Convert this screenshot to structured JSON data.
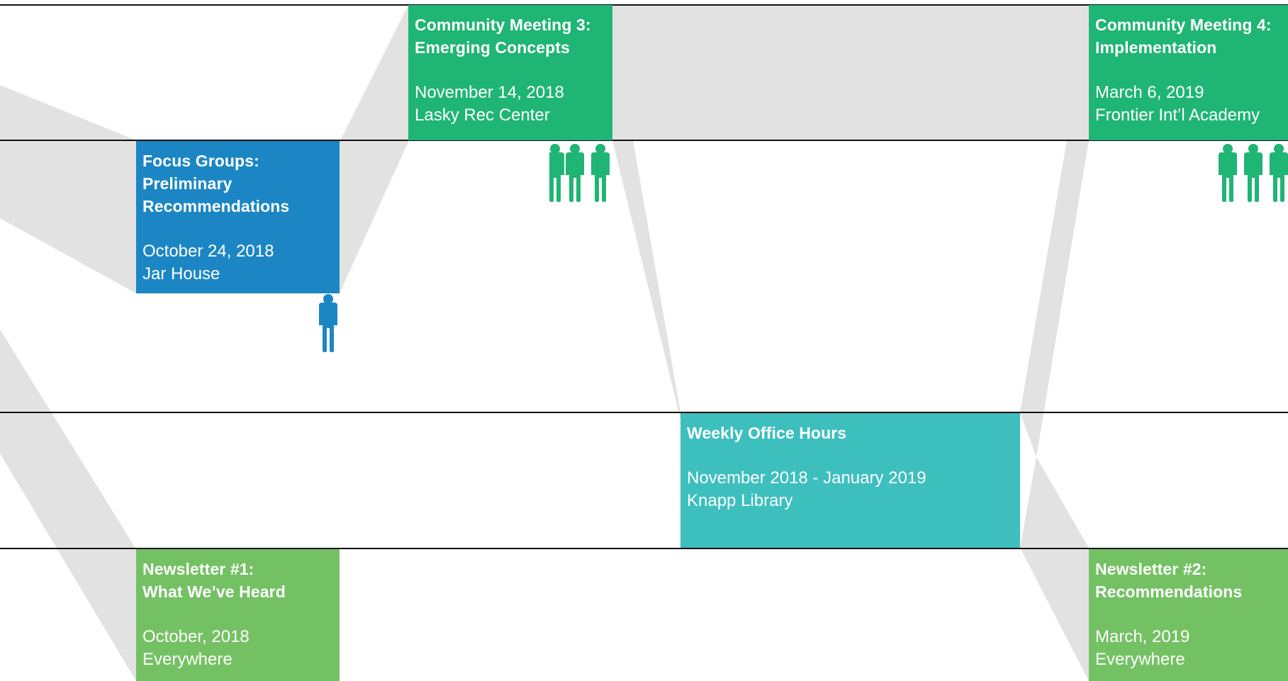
{
  "colors": {
    "connector_gray": "#e2e2e2",
    "lane_line": "#111111",
    "community_meeting": "#1fb574",
    "focus_group": "#1c86c4",
    "office_hours": "#3dbfbe",
    "newsletter": "#74c164",
    "text": "#ffffff"
  },
  "events": {
    "community_meeting_3": {
      "title": "Community Meeting 3:\nEmerging Concepts",
      "date": "November 14, 2018",
      "location": "Lasky Rec Center",
      "people_icon": "group-of-people-icon"
    },
    "community_meeting_4": {
      "title": "Community Meeting 4:\nImplementation",
      "date": "March 6, 2019",
      "location": "Frontier Int’l Academy",
      "people_icon": "group-of-people-icon"
    },
    "focus_groups": {
      "title": "Focus Groups:\nPreliminary\nRecommendations",
      "date": "October 24, 2018",
      "location": "Jar House",
      "people_icon": "person-icon"
    },
    "office_hours": {
      "title": "Weekly Office Hours",
      "date": "November 2018 - January 2019",
      "location": "Knapp Library"
    },
    "newsletter_1": {
      "title": "Newsletter #1:\nWhat We’ve Heard",
      "date": "October, 2018",
      "location": "Everywhere"
    },
    "newsletter_2": {
      "title": "Newsletter #2:\nRecommendations",
      "date": "March, 2019",
      "location": "Everywhere"
    }
  }
}
